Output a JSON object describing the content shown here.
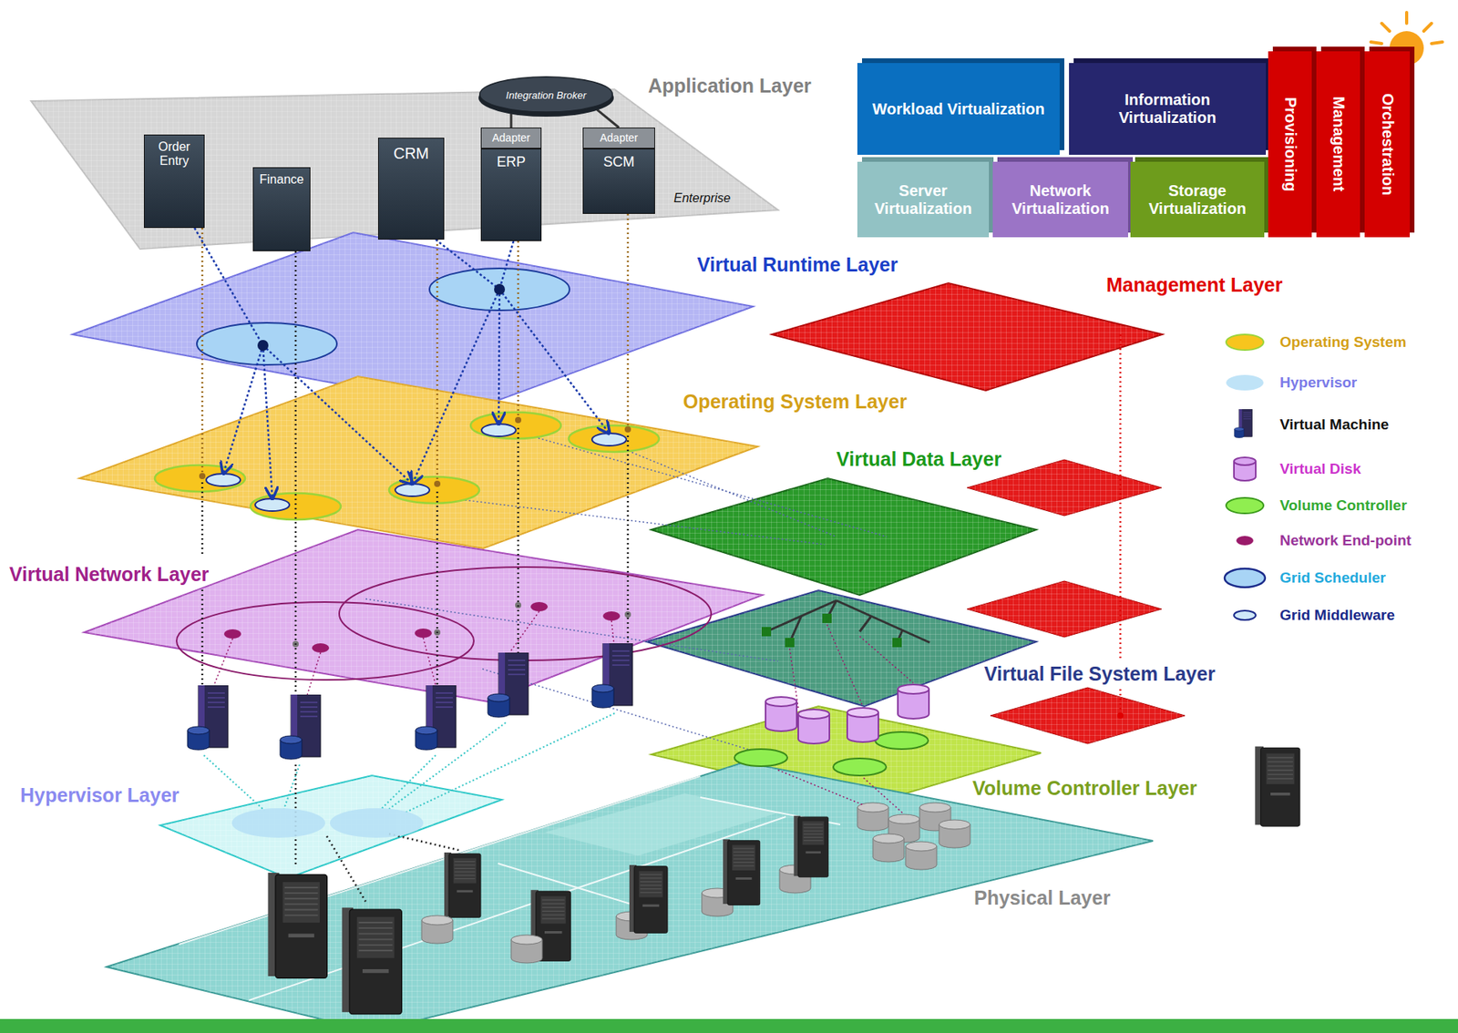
{
  "diagram": {
    "nodes": [
      {
        "text": [
          "Integration Broker"
        ]
      },
      {
        "text": [
          "Application Layer",
          "Enterprise"
        ]
      },
      {
        "text": [
          "Order Entry"
        ],
        "in": 1
      },
      {
        "text": [
          "Finance"
        ],
        "in": 1
      },
      {
        "text": [
          "CRM"
        ],
        "in": 1
      },
      {
        "text": [
          "Adapter"
        ],
        "in": 1
      },
      {
        "text": [
          "ERP"
        ],
        "in": 1
      },
      {
        "text": [
          "Adapter"
        ],
        "in": 1
      },
      {
        "text": [
          "SCM"
        ],
        "in": 1
      },
      {
        "text": [
          "Workload Virtualization"
        ]
      },
      {
        "text": [
          "Information Virtualization"
        ]
      },
      {
        "text": [
          "Server Virtualization"
        ]
      },
      {
        "text": [
          "Network Virtualization"
        ]
      },
      {
        "text": [
          "Storage Virtualization"
        ]
      },
      {
        "text": [
          "Provisioning"
        ]
      },
      {
        "text": [
          "Management"
        ]
      },
      {
        "text": [
          "Orchestration"
        ]
      },
      {
        "text": [
          "Virtual Runtime Layer"
        ]
      },
      {
        "text": [
          "Management Layer"
        ]
      },
      {
        "text": [
          "Operating System Layer"
        ]
      },
      {
        "text": [
          "Virtual Data Layer"
        ]
      },
      {
        "text": [
          "Virtual Network Layer"
        ]
      },
      {
        "text": [
          "Virtual File System Layer"
        ]
      },
      {
        "text": [
          "Volume Controller Layer"
        ]
      },
      {
        "text": [
          "Hypervisor Layer"
        ]
      },
      {
        "text": [
          "Physical Layer"
        ]
      }
    ],
    "edges": [
      {
        "from": 0,
        "to": 5,
        "arrow": "none"
      },
      {
        "from": 0,
        "to": 7,
        "arrow": "none"
      }
    ],
    "legend": [
      {
        "text": "Operating System",
        "color": "#f7c51e"
      },
      {
        "text": "Hypervisor",
        "color": "#bfe3f7"
      },
      {
        "text": "Virtual Machine"
      },
      {
        "text": "Virtual Disk",
        "color": "#d9a5f0"
      },
      {
        "text": "Volume Controller",
        "color": "#90ee50"
      },
      {
        "text": "Network End-point",
        "color": "#9a1a6a"
      },
      {
        "text": "Grid Scheduler",
        "color": "#a8d4f5"
      },
      {
        "text": "Grid Middleware",
        "color": "#cfe8f8"
      }
    ]
  }
}
